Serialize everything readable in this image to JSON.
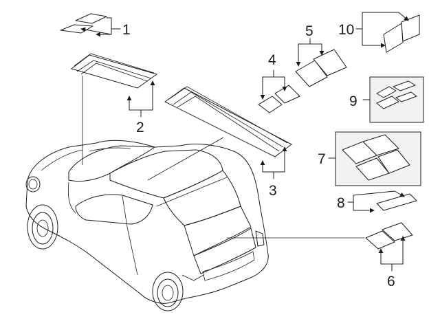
{
  "callouts": [
    {
      "id": "1",
      "label": "1"
    },
    {
      "id": "2",
      "label": "2"
    },
    {
      "id": "3",
      "label": "3"
    },
    {
      "id": "4",
      "label": "4"
    },
    {
      "id": "5",
      "label": "5"
    },
    {
      "id": "6",
      "label": "6"
    },
    {
      "id": "7",
      "label": "7"
    },
    {
      "id": "8",
      "label": "8"
    },
    {
      "id": "9",
      "label": "9"
    },
    {
      "id": "10",
      "label": "10"
    }
  ],
  "colors": {
    "line": "#1a1a1a",
    "background": "#ffffff",
    "box_fill": "#f2f2f2"
  }
}
